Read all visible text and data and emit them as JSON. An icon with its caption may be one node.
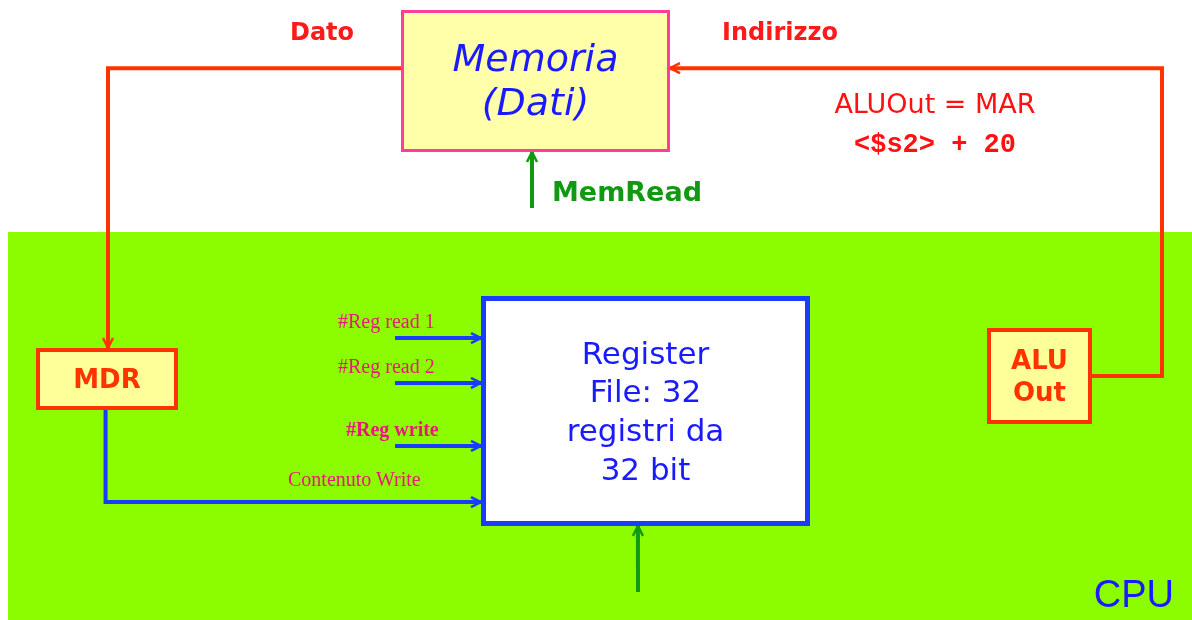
{
  "diagram": {
    "nodes": [
      {
        "text": [
          "Memoria (Dati)"
        ]
      },
      {
        "text": [
          "CPU"
        ]
      },
      {
        "text": [
          "MDR"
        ],
        "in": 1
      },
      {
        "text": [
          "Register File: 32 registri da 32 bit"
        ],
        "in": 1
      },
      {
        "text": [
          "ALU Out"
        ],
        "in": 1
      }
    ],
    "edges": [
      {
        "from": 4,
        "to": 0,
        "arrow": "to",
        "label": "Indirizzo",
        "color": "#ff3300"
      },
      {
        "from": 0,
        "to": 2,
        "arrow": "to",
        "label": "Dato",
        "color": "#ff3300"
      },
      {
        "from": 2,
        "to": 3,
        "arrow": "to",
        "label": "Contenuto Write",
        "color": "#1a3cff"
      },
      {
        "from": null,
        "to": 0,
        "arrow": "to",
        "label": "MemRead",
        "color": "#119911"
      },
      {
        "from": null,
        "to": 3,
        "arrow": "to",
        "label": "#Reg read 1",
        "color": "#1a3cff"
      },
      {
        "from": null,
        "to": 3,
        "arrow": "to",
        "label": "#Reg read 2",
        "color": "#1a3cff"
      },
      {
        "from": null,
        "to": 3,
        "arrow": "to",
        "label": "#Reg write",
        "color": "#1a3cff"
      },
      {
        "from": null,
        "to": 3,
        "arrow": "to",
        "color": "#119911"
      }
    ],
    "labels": [
      "ALUOut = MAR",
      "<$s2> + 20"
    ]
  }
}
